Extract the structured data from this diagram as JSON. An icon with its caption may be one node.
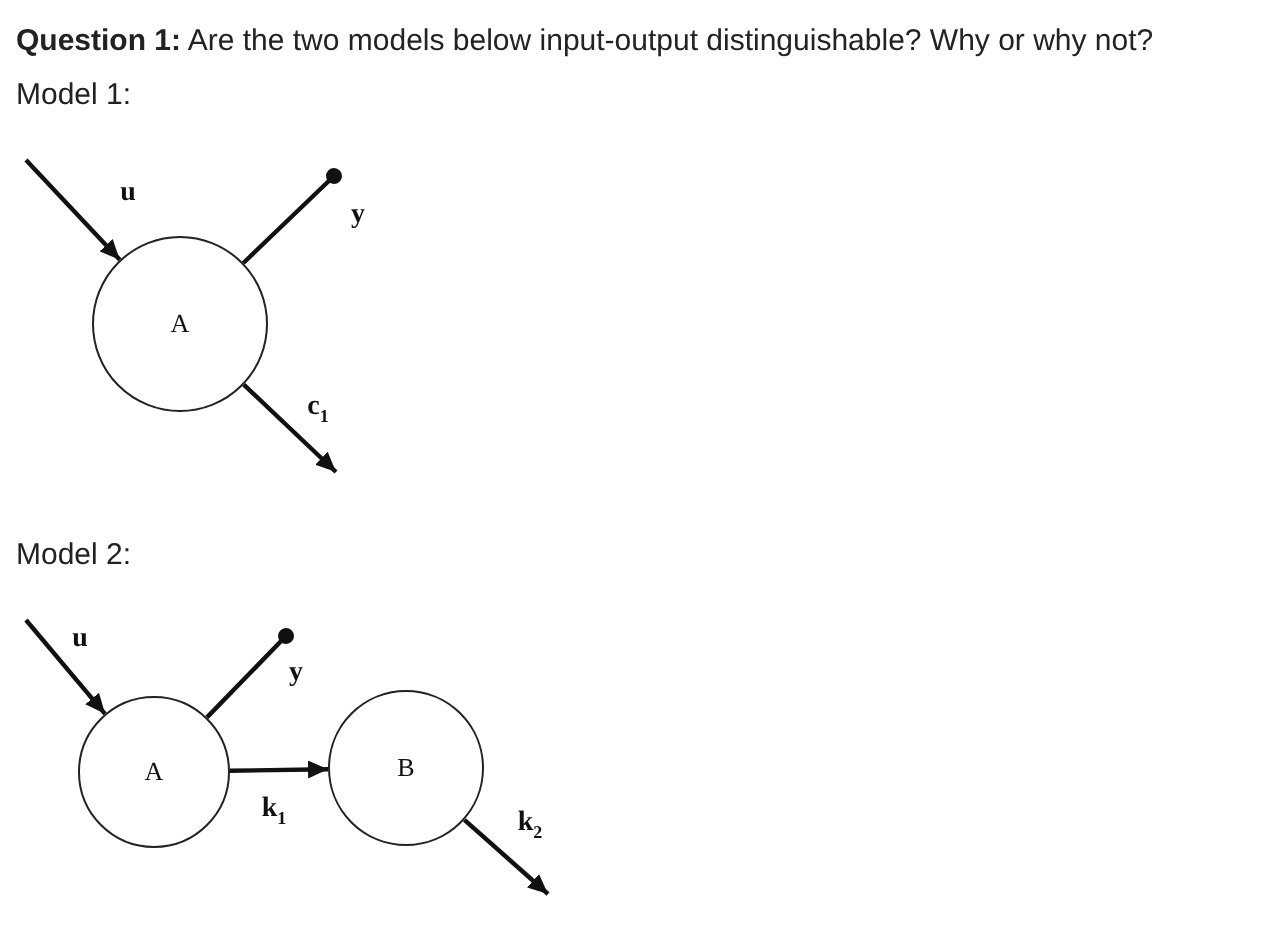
{
  "diagram": {
    "title": "**Question 1:** Are the two models below input-output distinguishable? Why or why not?",
    "nodes": [
      {
        "text": [
          "A"
        ]
      },
      {
        "text": [
          "A"
        ]
      },
      {
        "text": [
          "B"
        ]
      }
    ],
    "edges": [
      {
        "from": null,
        "to": 0,
        "arrow": "to",
        "label": "u"
      },
      {
        "from": 0,
        "to": null,
        "arrow": "other",
        "label": "y"
      },
      {
        "from": 0,
        "to": null,
        "arrow": "to",
        "label": "c$_{1}$"
      },
      {
        "from": null,
        "to": 1,
        "arrow": "to",
        "label": "u"
      },
      {
        "from": 1,
        "to": null,
        "arrow": "other",
        "label": "y"
      },
      {
        "from": 1,
        "to": 2,
        "arrow": "to",
        "label": "k$_{1}$"
      },
      {
        "from": 2,
        "to": null,
        "arrow": "to",
        "label": "k$_{2}$"
      }
    ],
    "labels": [
      "Model 1:",
      "Model 2:"
    ]
  }
}
